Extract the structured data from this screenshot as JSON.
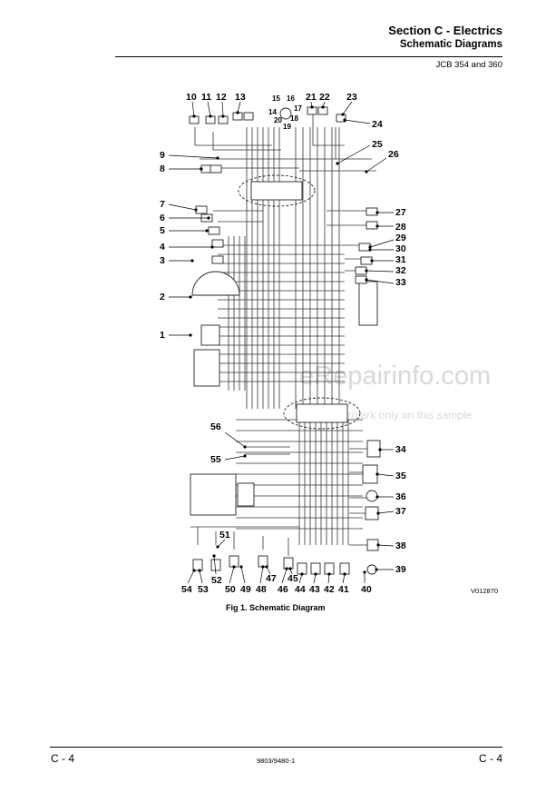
{
  "header": {
    "section_title": "Section C - Electrics",
    "subtitle": "Schematic Diagrams",
    "model": "JCB 354 and 360"
  },
  "figure": {
    "caption": "Fig 1. Schematic Diagram",
    "drawing_code": "V012870",
    "callouts": [
      "1",
      "2",
      "3",
      "4",
      "5",
      "6",
      "7",
      "8",
      "9",
      "10",
      "11",
      "12",
      "13",
      "14",
      "15",
      "16",
      "17",
      "18",
      "19",
      "20",
      "21",
      "22",
      "23",
      "24",
      "25",
      "26",
      "27",
      "28",
      "29",
      "30",
      "31",
      "32",
      "33",
      "34",
      "35",
      "36",
      "37",
      "38",
      "39",
      "40",
      "41",
      "42",
      "43",
      "44",
      "45",
      "46",
      "47",
      "48",
      "49",
      "50",
      "51",
      "52",
      "53",
      "54",
      "55",
      "56"
    ]
  },
  "watermark": {
    "line1": "eRepairinfo.com",
    "line2": "Watermark only on this sample"
  },
  "footer": {
    "page_left": "C - 4",
    "doc_number": "9803/9480-1",
    "page_right": "C - 4"
  }
}
